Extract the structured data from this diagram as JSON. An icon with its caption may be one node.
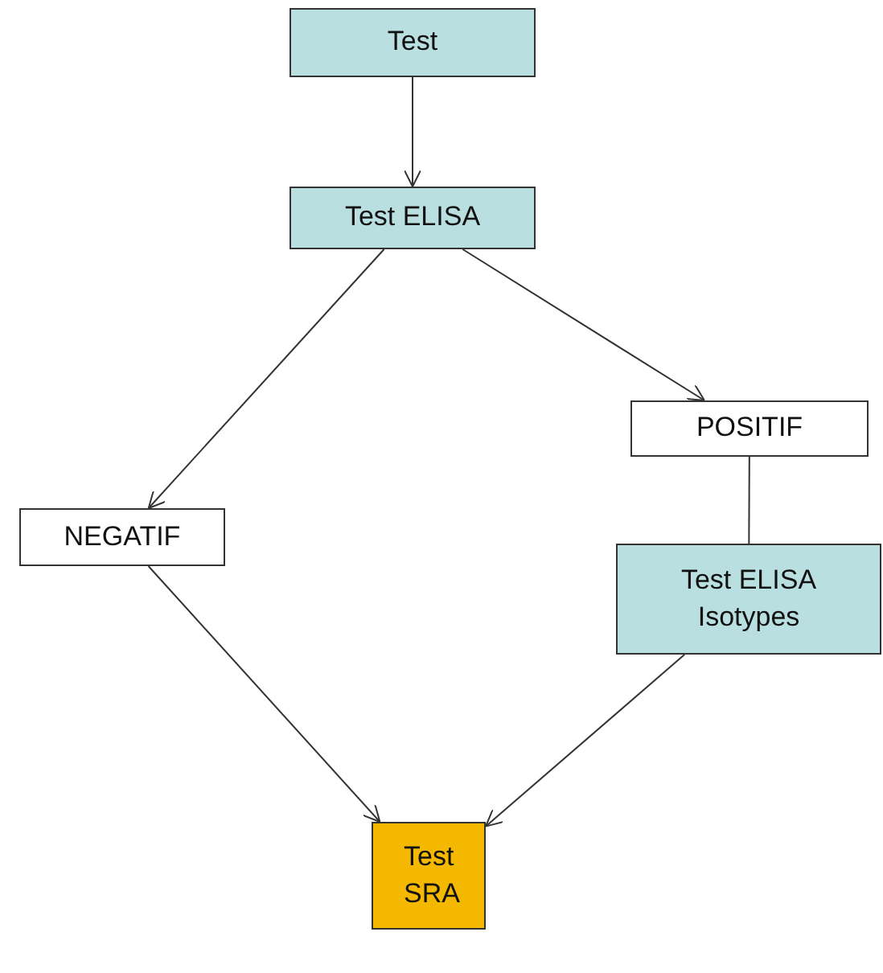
{
  "diagram": {
    "nodes": [
      {
        "text": [
          "Test"
        ]
      },
      {
        "text": [
          "Test ELISA"
        ]
      },
      {
        "text": [
          "POSITIF"
        ]
      },
      {
        "text": [
          "NEGATIF"
        ]
      },
      {
        "text": [
          "Test ELISA Isotypes"
        ]
      },
      {
        "text": [
          "Test SRA"
        ]
      }
    ],
    "edges": [
      {
        "from": 0,
        "to": 1,
        "arrow": "to"
      },
      {
        "from": 1,
        "to": 3,
        "arrow": "to"
      },
      {
        "from": 1,
        "to": 2,
        "arrow": "to"
      },
      {
        "from": 2,
        "to": 4,
        "arrow": "none"
      },
      {
        "from": 3,
        "to": 5,
        "arrow": "to"
      },
      {
        "from": 4,
        "to": 5,
        "arrow": "to"
      }
    ]
  }
}
